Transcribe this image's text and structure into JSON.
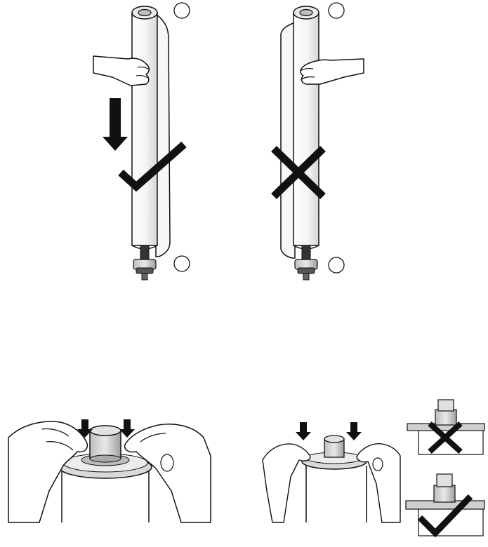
{
  "figure": {
    "panels": [
      {
        "id": "correct-core",
        "mark": "checkmark-icon",
        "arrow": "down-arrow-icon",
        "callouts": [
          "",
          ""
        ]
      },
      {
        "id": "incorrect-core",
        "mark": "cross-icon",
        "callouts": [
          "",
          ""
        ]
      },
      {
        "id": "press-hub-two-hands",
        "arrows": [
          "down-arrow-icon",
          "down-arrow-icon"
        ]
      },
      {
        "id": "press-hub-detail",
        "arrows": [
          "down-arrow-icon",
          "down-arrow-icon"
        ],
        "insets": [
          {
            "mark": "cross-icon"
          },
          {
            "mark": "checkmark-icon"
          }
        ]
      }
    ]
  },
  "colors": {
    "ink": "#111111",
    "paper": "#ffffff",
    "shade": "#d9d9d9",
    "dark": "#444444"
  }
}
